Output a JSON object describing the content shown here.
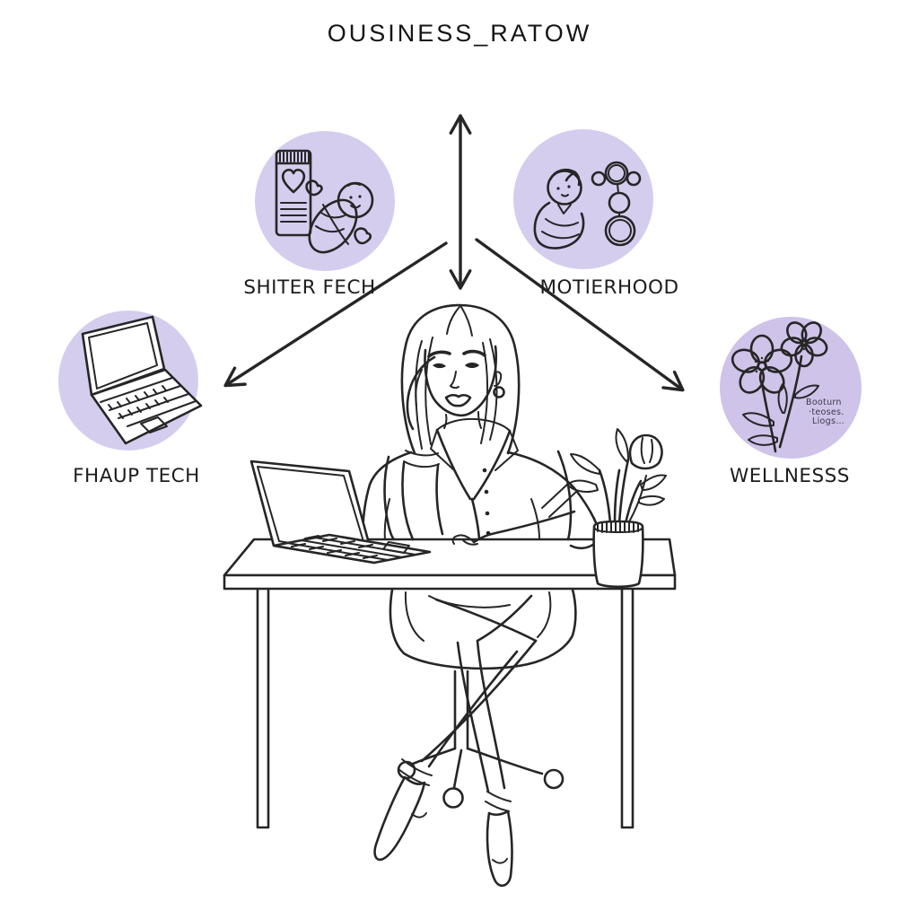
{
  "canvas": {
    "background": "#ffffff",
    "ink": "#262626"
  },
  "title": {
    "text": "OUSINESS_RATOW"
  },
  "nodes": [
    {
      "id": "baby-products",
      "label": "SHITER FECH",
      "icon": "baby-bottle-and-swaddled-baby-icon",
      "fill": "#d5cdee"
    },
    {
      "id": "motherhood",
      "label": "MOTIERHOOD",
      "icon": "baby-and-rattle-rings-icon",
      "fill": "#d5cdee"
    },
    {
      "id": "femtech",
      "label": "FHAUP TECH",
      "icon": "open-laptop-icon",
      "fill": "#d5cdee"
    },
    {
      "id": "wellness",
      "label": "WELLNESSS",
      "icon": "wildflowers-icon",
      "fill": "#cfc3e9",
      "note_lines": [
        "Booturn",
        "·teoses.",
        "Liogs…"
      ]
    }
  ],
  "arrows": [
    {
      "name": "vertical-double-headed-arrow"
    },
    {
      "name": "arrow-to-femtech-node"
    },
    {
      "name": "arrow-to-wellness-node"
    }
  ],
  "center_scene": {
    "name": "woman-thinking-at-desk-illustration",
    "elements": [
      "long-haired-woman-hand-on-cheek",
      "laptop-on-desk",
      "potted-flowers",
      "office-chair-with-casters",
      "desk"
    ]
  }
}
